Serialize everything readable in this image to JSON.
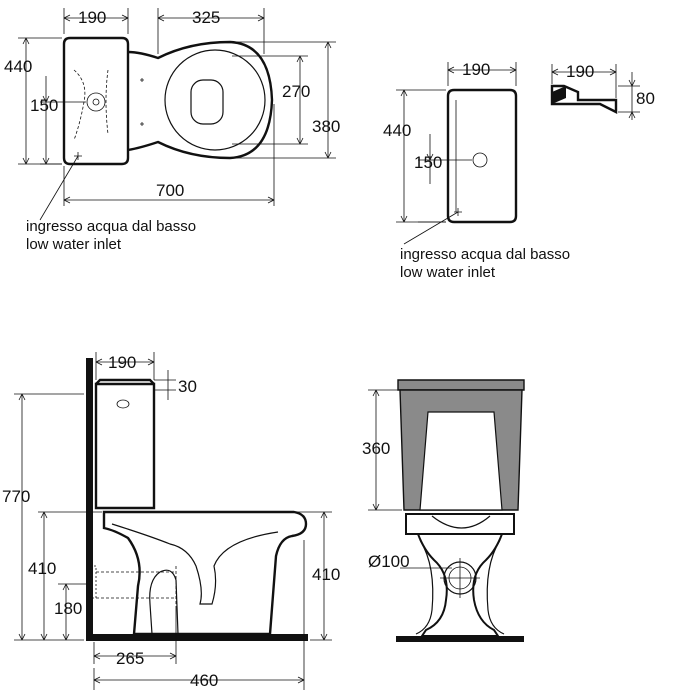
{
  "top_view": {
    "dims": {
      "tank_width": "190",
      "seat_width": "325",
      "height_left": "440",
      "inlet_offset": "150",
      "inner_width": "270",
      "outer_width": "380",
      "total_length": "700"
    },
    "note_it": "ingresso acqua dal basso",
    "note_en": "low water inlet"
  },
  "tank_view": {
    "dims": {
      "tank_width": "190",
      "tank_height": "440",
      "inlet_offset": "150",
      "side_width": "190",
      "side_depth": "80"
    },
    "note_it": "ingresso acqua dal basso",
    "note_en": "low water inlet"
  },
  "side_view": {
    "dims": {
      "tank_depth": "190",
      "lid": "30",
      "total_height": "770",
      "bowl_height": "410",
      "outlet_height": "180",
      "outlet_distance": "265",
      "total_depth": "460",
      "right_height": "410"
    }
  },
  "front_view": {
    "dims": {
      "tank_height": "360",
      "outlet_diameter": "Ø100"
    }
  }
}
